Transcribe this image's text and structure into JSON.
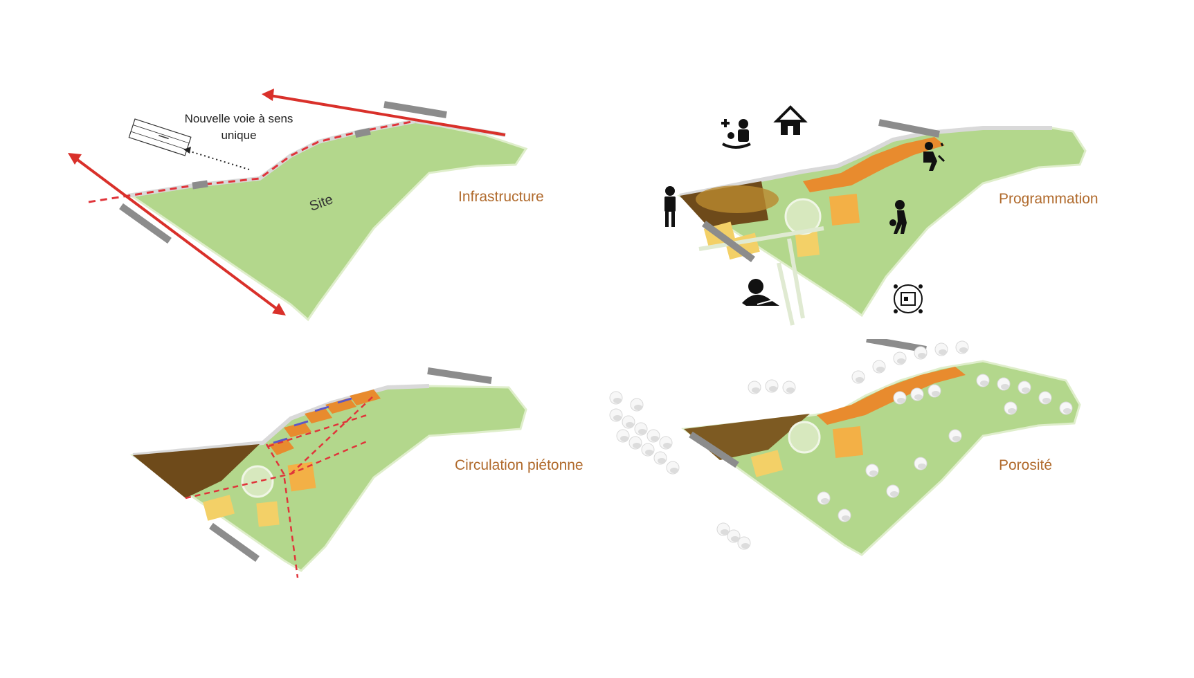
{
  "colors": {
    "grass": "#b3d78c",
    "grass_edge": "#c9e3a8",
    "brown": "#6e4a1a",
    "orange": "#e88b2e",
    "pale_orange": "#f3b046",
    "road_red": "#d9302a",
    "dash_red": "#e0343a",
    "concrete": "#8c8c8c",
    "label": "#b06a2c"
  },
  "panels": [
    {
      "id": "infrastructure",
      "title": "Infrastructure"
    },
    {
      "id": "programmation",
      "title": "Programmation"
    },
    {
      "id": "circulation",
      "title": "Circulation piétonne"
    },
    {
      "id": "porosite",
      "title": "Porosité"
    }
  ],
  "infrastructure": {
    "site_label": "Site",
    "new_road_label_line1": "Nouvelle voie à sens",
    "new_road_label_line2": "unique"
  },
  "programmation": {
    "icons": [
      "health-care-icon",
      "house-icon",
      "gardening-icon",
      "sport-icon",
      "farmer-icon",
      "reading-icon",
      "market-icon"
    ]
  }
}
